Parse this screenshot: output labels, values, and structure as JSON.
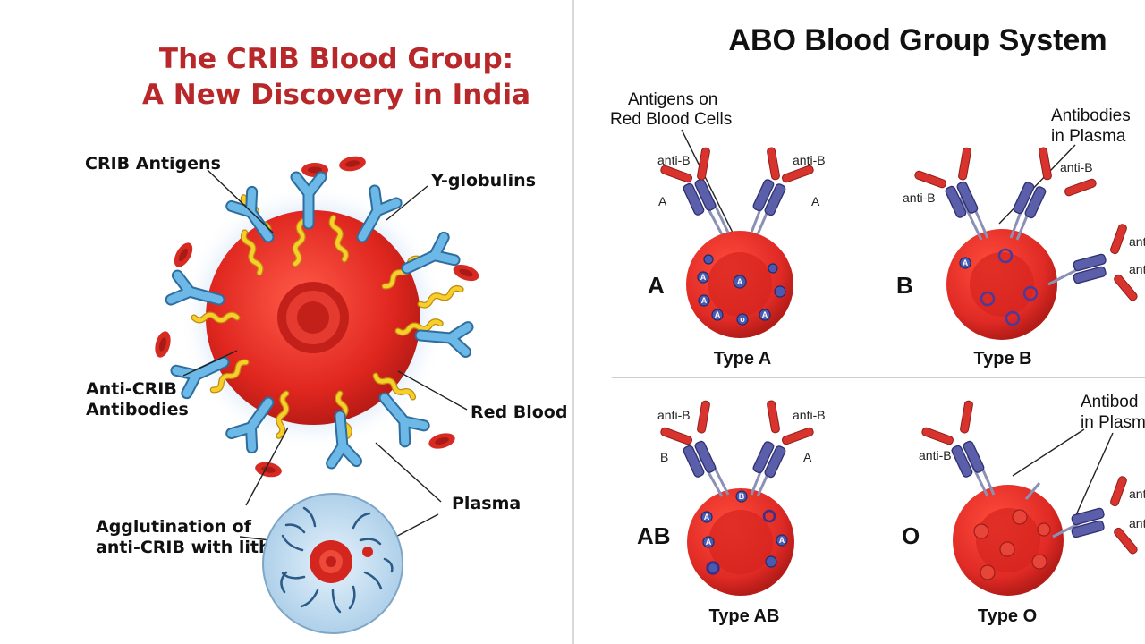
{
  "left": {
    "title_line1": "The CRIB Blood Group:",
    "title_line2": "A New Discovery in India",
    "labels": {
      "crib_antigens": "CRIB Antigens",
      "y_globulins": "Y-globulins",
      "anti_crib_line1": "Anti-CRIB",
      "anti_crib_line2": "Antibodies",
      "red_blood": "Red Blood C",
      "plasma": "Plasma",
      "agglut_line1": "Agglutination of",
      "agglut_line2": "anti-CRIB with lith"
    }
  },
  "right": {
    "title": "ABO Blood Group System",
    "antigens_line1": "Antigens on",
    "antigens_line2": "Red Blood Cells",
    "antibodies_plasma_line1": "Antibodies",
    "antibodies_plasma_line2": "in Plasma",
    "antibod_line1": "Antibod",
    "antibod_line2": "in Plasm",
    "cells": [
      {
        "letter": "A",
        "type_label": "Type A",
        "left_small": "A",
        "right_small": "A",
        "antibody_small": "anti-B"
      },
      {
        "letter": "B",
        "type_label": "Type B",
        "antibody_small": "anti-B",
        "edge1": "ant",
        "edge2": "ant"
      },
      {
        "letter": "AB",
        "type_label": "Type AB",
        "left_small": "B",
        "right_small": "A",
        "antibody_small": "anti-B"
      },
      {
        "letter": "O",
        "type_label": "Type O",
        "antibody_small": "anti-B",
        "edge1": "ant",
        "edge2": "ant"
      }
    ]
  },
  "colors": {
    "title_red": "#b8282a",
    "cell_red": "#e02a25",
    "cell_dark": "#b41c18",
    "antibody_blue": "#5cb0df",
    "globulin_yellow": "#f2c21b",
    "antigen_purple": "#5b5ea8",
    "antibody_red": "#d8332c"
  }
}
